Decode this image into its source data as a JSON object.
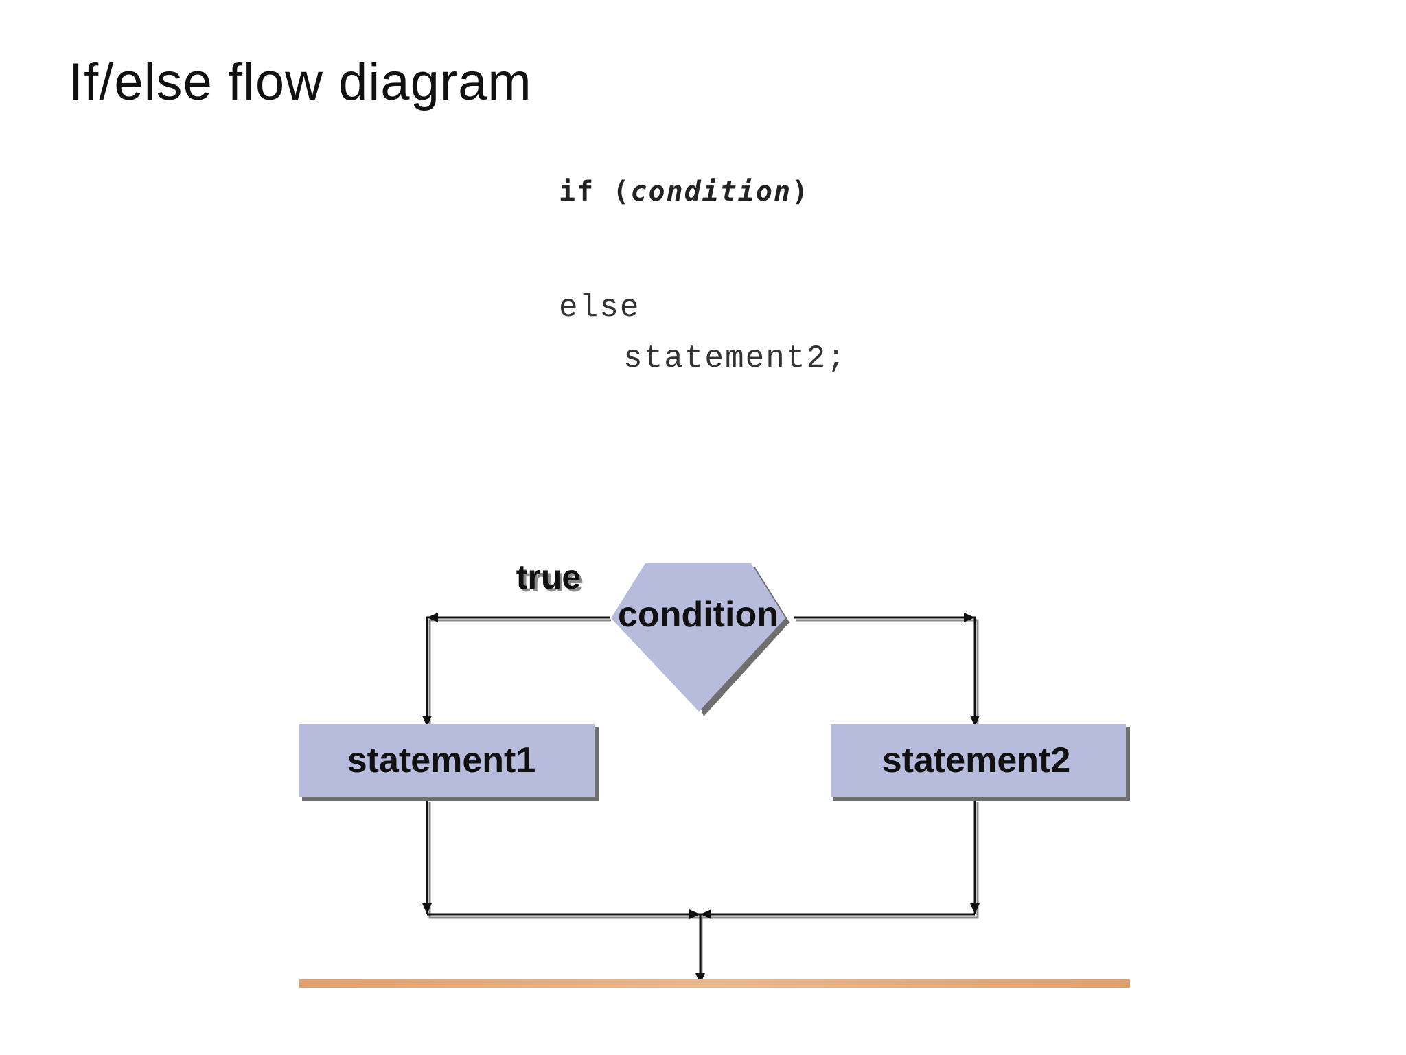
{
  "slide": {
    "title": "If/else flow diagram"
  },
  "code": {
    "if_keyword": "if",
    "open_paren": "(",
    "condition": "condition",
    "close_paren": ")",
    "else_line": "else",
    "statement2_line": "statement2;"
  },
  "diagram": {
    "condition_label": "condition",
    "true_label": "true",
    "statement1_label": "statement1",
    "statement2_label": "statement2",
    "colors": {
      "shape_fill": "#b8bcdc",
      "shadow": "#6f6f6f",
      "line": "#111111",
      "floor": "#e4a877"
    }
  }
}
